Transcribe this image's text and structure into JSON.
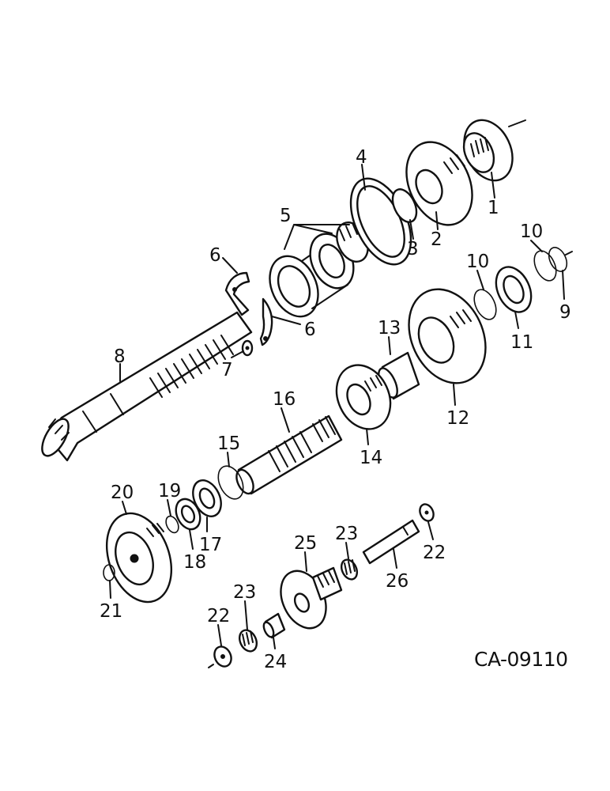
{
  "drawing_code": "CA-09110",
  "callouts": [
    {
      "id": "c1",
      "text": "1"
    },
    {
      "id": "c2",
      "text": "2"
    },
    {
      "id": "c3",
      "text": "3"
    },
    {
      "id": "c4",
      "text": "4"
    },
    {
      "id": "c5",
      "text": "5"
    },
    {
      "id": "c6a",
      "text": "6"
    },
    {
      "id": "c6b",
      "text": "6"
    },
    {
      "id": "c7",
      "text": "7"
    },
    {
      "id": "c8",
      "text": "8"
    },
    {
      "id": "c9",
      "text": "9"
    },
    {
      "id": "c10a",
      "text": "10"
    },
    {
      "id": "c10b",
      "text": "10"
    },
    {
      "id": "c11",
      "text": "11"
    },
    {
      "id": "c12",
      "text": "12"
    },
    {
      "id": "c13",
      "text": "13"
    },
    {
      "id": "c14",
      "text": "14"
    },
    {
      "id": "c15",
      "text": "15"
    },
    {
      "id": "c16",
      "text": "16"
    },
    {
      "id": "c17",
      "text": "17"
    },
    {
      "id": "c18",
      "text": "18"
    },
    {
      "id": "c19",
      "text": "19"
    },
    {
      "id": "c20",
      "text": "20"
    },
    {
      "id": "c21",
      "text": "21"
    },
    {
      "id": "c22a",
      "text": "22"
    },
    {
      "id": "c22b",
      "text": "22"
    },
    {
      "id": "c23a",
      "text": "23"
    },
    {
      "id": "c23b",
      "text": "23"
    },
    {
      "id": "c24",
      "text": "24"
    },
    {
      "id": "c25",
      "text": "25"
    },
    {
      "id": "c26",
      "text": "26"
    }
  ]
}
